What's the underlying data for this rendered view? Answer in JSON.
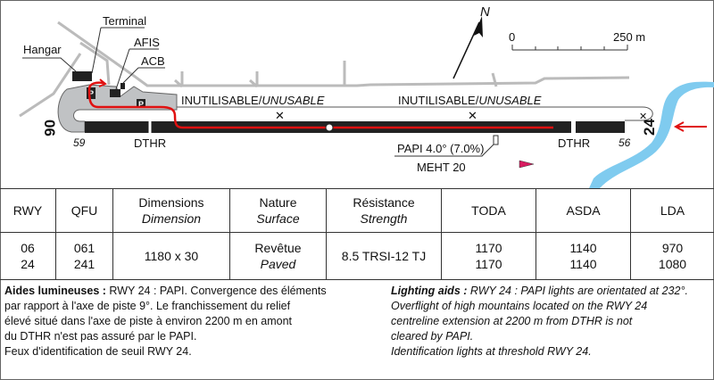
{
  "map": {
    "labels": {
      "terminal": "Terminal",
      "hangar": "Hangar",
      "afis": "AFIS",
      "acb": "ACB",
      "parking": "P",
      "unusable_fr": "INUTILISABLE/",
      "unusable_en": "UNUSABLE",
      "rwy06": "06",
      "rwy24": "24",
      "elev_west": "59",
      "elev_east": "56",
      "dthr": "DTHR",
      "papi": "PAPI  4.0° (7.0%)",
      "meht": "MEHT 20",
      "north": "N",
      "scale_zero": "0",
      "scale_max": "250 m"
    },
    "colors": {
      "taxi_route": "#e01010",
      "runway": "#222222",
      "apron": "#c0c2c4",
      "roads": "#bbbbbb",
      "river": "#7fcbef",
      "windsock": "#d81b60"
    }
  },
  "table": {
    "headers": [
      {
        "fr": "RWY"
      },
      {
        "fr": "QFU"
      },
      {
        "fr": "Dimensions",
        "en": "Dimension"
      },
      {
        "fr": "Nature",
        "en": "Surface"
      },
      {
        "fr": "Résistance",
        "en": "Strength"
      },
      {
        "fr": "TODA"
      },
      {
        "fr": "ASDA"
      },
      {
        "fr": "LDA"
      }
    ],
    "rows": {
      "rwy": [
        "06",
        "24"
      ],
      "qfu": [
        "061",
        "241"
      ],
      "dimensions": "1180 x 30",
      "nature_fr": "Revêtue",
      "nature_en": "Paved",
      "strength": "8.5 TRSI-12 TJ",
      "toda": [
        "1170",
        "1170"
      ],
      "asda": [
        "1140",
        "1140"
      ],
      "lda": [
        "970",
        "1080"
      ]
    }
  },
  "notes": {
    "fr_title": "Aides lumineuses :",
    "fr_lines": [
      " RWY 24 : PAPI. Convergence des éléments",
      "par rapport à l'axe de piste 9°. Le franchissement du relief",
      "élevé situé dans l'axe de piste à environ 2200 m en amont",
      "du DTHR n'est pas assuré par le PAPI.",
      "Feux d'identification de seuil RWY 24."
    ],
    "en_title": "Lighting aids :",
    "en_lines": [
      " RWY 24 : PAPI lights are orientated at 232°.",
      "Overflight of high mountains located on the RWY 24",
      "centreline extension at 2200 m from DTHR is not",
      "cleared by PAPI.",
      "Identification lights at threshold RWY 24."
    ]
  }
}
